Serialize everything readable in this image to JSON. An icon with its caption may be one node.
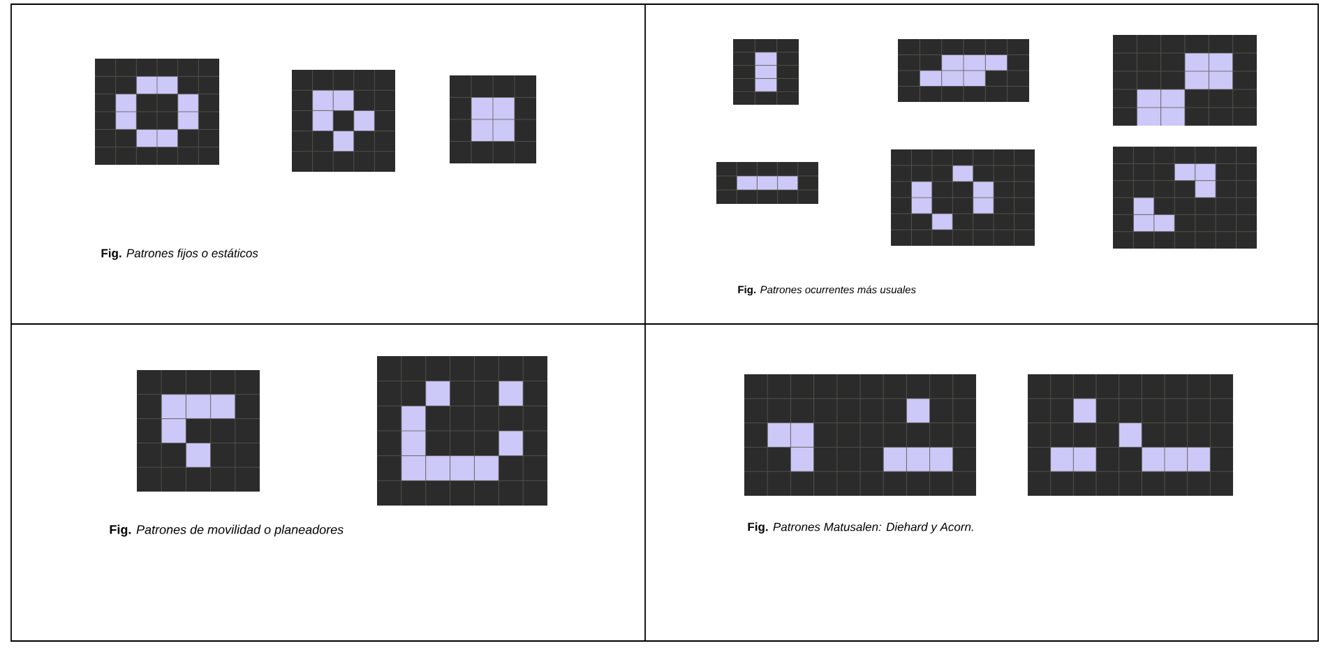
{
  "diagram": {
    "labels": [
      "**Fig.** *Patrones fijos o estáticos*",
      "**Fig.** *Patrones ocurrentes más usuales*",
      "**Fig.** *Patrones de movilidad o planeadores*",
      "**Fig.** *Patrones Matusalen: Diehard y Acorn.*"
    ]
  }
}
